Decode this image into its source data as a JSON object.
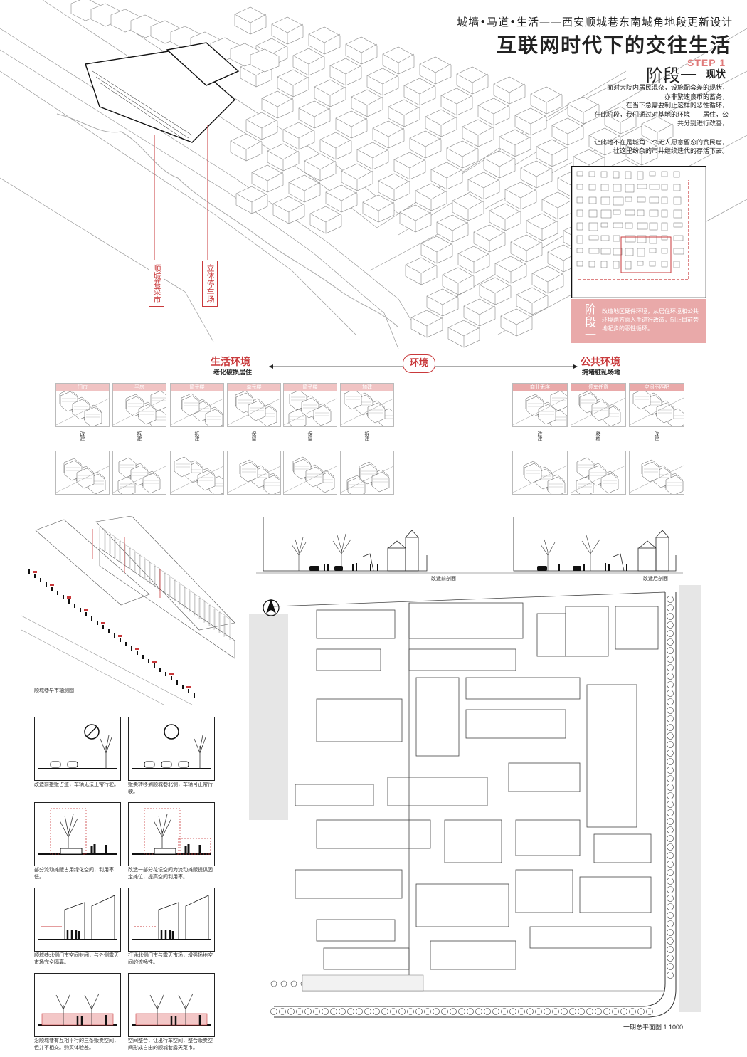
{
  "header": {
    "subtitle": "城墙•马道•生活——西安顺城巷东南城角地段更新设计",
    "title": "互联网时代下的交往生活",
    "step": "STEP 1",
    "stage": "阶段一",
    "stage_sub": "现状",
    "paragraph1": "面对大院内居民混杂，设施配套差的现状，\n亦非繁速良币的蓄务，\n在当下急需要制止这样的恶性循环，\n在此阶段，我们通过对基地的环境——居住，公共分别进行改善，",
    "paragraph2": "让此地不在是城角一个无人愿意留恋的贫民窟，\n让这里纷杂的市井继续迭代的存活下去。"
  },
  "map_labels": {
    "market": "顺城巷菜市",
    "parking": "立体停车场"
  },
  "stage_box": {
    "label": "阶段一",
    "text": "改造地区硬件环境，从居住环境和公共环境两方面入手进行改造，制止目前旁地起步的恶性循环。"
  },
  "environment": {
    "center": "环境",
    "left_title": "生活环境",
    "left_sub": "老化破损居住",
    "right_title": "公共环境",
    "right_sub": "拥堵脏乱场地",
    "left_items": [
      {
        "tag": "门市",
        "action": "改建"
      },
      {
        "tag": "平房",
        "action": "拆建"
      },
      {
        "tag": "筒子楼",
        "action": "拆建"
      },
      {
        "tag": "单元楼",
        "action": "保留"
      },
      {
        "tag": "筒子楼",
        "action": "保留"
      },
      {
        "tag": "加建",
        "action": "拆建"
      }
    ],
    "right_items": [
      {
        "tag": "商业无序",
        "action": "改建"
      },
      {
        "tag": "停车任意",
        "action": "移植"
      },
      {
        "tag": "空间不匹配",
        "action": "改建"
      }
    ]
  },
  "sections": {
    "before": "改造前剖面",
    "after": "改造后剖面"
  },
  "axon_caption": "顺城巷早市轴测图",
  "panels": [
    {
      "caption": "改造前搬贩占道，车辆无法正常行驶。"
    },
    {
      "caption": "贩卖转移到顺城巷北侧，车辆可正常行驶。"
    },
    {
      "caption": "部分流动摊贩占用绿化空间，利用率低。"
    },
    {
      "caption": "改造一部分花坛空间为流动摊贩提供固定摊位，提高空间利用率。"
    },
    {
      "caption": "顺城巷北侧门市空间封闭，与外侧露天市场完全隔离。"
    },
    {
      "caption": "打通北侧门市与露天市场，增强场地空间的流畅性。"
    },
    {
      "caption": "沿顺城巷有互相平行的三条贩卖空间，但并不相交。购买体验差。"
    },
    {
      "caption": "空间整合，让出行车空间，整合贩卖空间形成自由的顺城巷露天菜市。"
    }
  ],
  "plan_caption": "一期总平面图 1:1000",
  "colors": {
    "accent": "#c9393b",
    "pink": "#e9a9a9",
    "tag": "#f0c3c3"
  }
}
